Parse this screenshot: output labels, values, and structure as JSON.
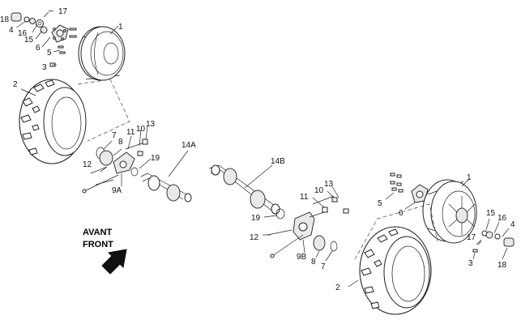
{
  "callouts": {
    "l1": "1",
    "l2": "2",
    "l3": "3",
    "l4": "4",
    "l5": "5",
    "l6": "6",
    "l15": "15",
    "l16": "16",
    "l17": "17",
    "l18": "18",
    "m7": "7",
    "m8": "8",
    "m9a": "9A",
    "m10": "10",
    "m11": "11",
    "m12": "12",
    "m13": "13",
    "m14a": "14A",
    "m19": "19",
    "c14b": "14B",
    "c7": "7",
    "c8": "8",
    "c9b": "9B",
    "c10": "10",
    "c11": "11",
    "c12": "12",
    "c13": "13",
    "c19": "19",
    "r1": "1",
    "r2": "2",
    "r3": "3",
    "r4": "4",
    "r5": "5",
    "r6": "6",
    "r15": "15",
    "r16": "16",
    "r17": "17",
    "r18": "18"
  },
  "direction": {
    "line1": "AVANT",
    "line2": "FRONT"
  },
  "colors": {
    "ink": "#222222",
    "background": "#ffffff"
  }
}
